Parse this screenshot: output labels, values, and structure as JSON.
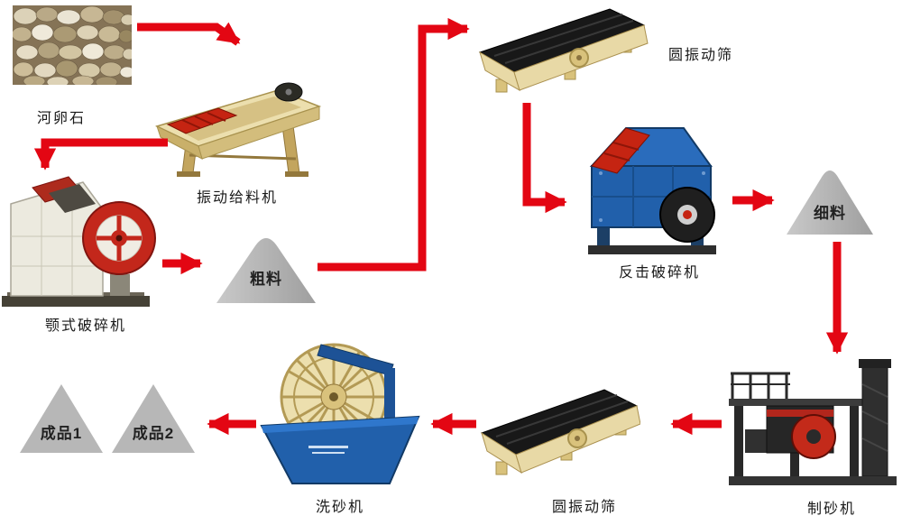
{
  "nodes": {
    "raw_material": {
      "label": "河卵石"
    },
    "vibrating_feeder": {
      "label": "振动给料机"
    },
    "jaw_crusher": {
      "label": "颚式破碎机"
    },
    "coarse_material": {
      "label": "粗料"
    },
    "circular_screen_top": {
      "label": "圆振动筛"
    },
    "impact_crusher": {
      "label": "反击破碎机"
    },
    "fine_material": {
      "label": "细料"
    },
    "sand_maker": {
      "label": "制砂机"
    },
    "circular_screen_bottom": {
      "label": "圆振动筛"
    },
    "sand_washer": {
      "label": "洗砂机"
    },
    "product_1": {
      "label": "成品1"
    },
    "product_2": {
      "label": "成品2"
    }
  },
  "edges": [
    {
      "from": "河卵石",
      "to": "振动给料机"
    },
    {
      "from": "振动给料机",
      "to": "颚式破碎机"
    },
    {
      "from": "颚式破碎机",
      "to": "粗料"
    },
    {
      "from": "粗料",
      "to": "圆振动筛"
    },
    {
      "from": "圆振动筛",
      "to": "反击破碎机"
    },
    {
      "from": "反击破碎机",
      "to": "细料"
    },
    {
      "from": "细料",
      "to": "制砂机"
    },
    {
      "from": "制砂机",
      "to": "圆振动筛"
    },
    {
      "from": "圆振动筛",
      "to": "洗砂机"
    },
    {
      "from": "洗砂机",
      "to": "成品1 / 成品2"
    }
  ],
  "colors": {
    "arrow": "#e30613",
    "pile_gray": "#b7b7b7",
    "machine_beige": "#ecdfae",
    "machine_blue": "#2160ab",
    "machine_red": "#c52412",
    "background": "#ffffff"
  }
}
